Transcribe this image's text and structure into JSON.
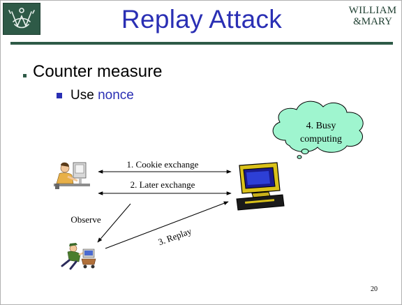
{
  "slide": {
    "title": "Replay Attack",
    "logo_right_line1": "WILLIAM",
    "logo_right_line2": "&MARY",
    "bullets": [
      {
        "text": "Counter measure"
      },
      {
        "text_prefix": "Use ",
        "text_highlight": "nonce"
      }
    ],
    "page_number": "20"
  },
  "diagram": {
    "cloud_text_line1": "4. Busy",
    "cloud_text_line2": "computing",
    "arrow1_label": "1. Cookie exchange",
    "arrow2_label": "2. Later exchange",
    "observe_label": "Observe",
    "replay_label": "3. Replay"
  },
  "colors": {
    "accent": "#2a2fb4",
    "brand_green": "#2e5a47",
    "cloud_fill": "#9ff5cf"
  },
  "icons": [
    "seal-logo-icon",
    "wordmark-logo",
    "user-at-computer-icon",
    "computer-icon",
    "attacker-running-icon"
  ]
}
